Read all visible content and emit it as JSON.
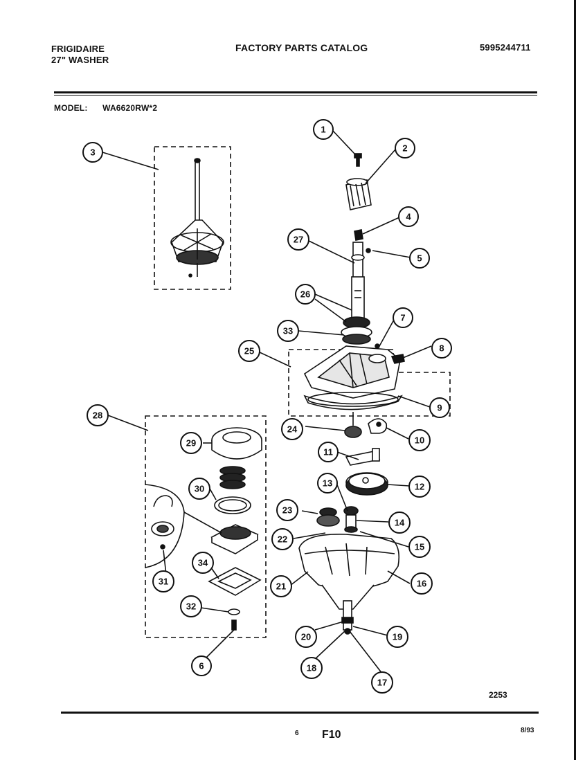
{
  "header": {
    "brand": "FRIGIDAIRE",
    "product": "27\" WASHER",
    "catalog_title": "FACTORY PARTS CATALOG",
    "catalog_number": "5995244711",
    "model_label": "MODEL:",
    "model_value": "WA6620RW*2"
  },
  "footer": {
    "diagram_code": "2253",
    "page_id": "F10",
    "page_number": "6",
    "date_code": "8/93"
  },
  "callouts": [
    "1",
    "2",
    "3",
    "4",
    "5",
    "6",
    "7",
    "8",
    "9",
    "10",
    "11",
    "12",
    "13",
    "14",
    "15",
    "16",
    "17",
    "18",
    "19",
    "20",
    "21",
    "22",
    "23",
    "24",
    "25",
    "26",
    "27",
    "28",
    "29",
    "30",
    "31",
    "32",
    "33",
    "34"
  ]
}
